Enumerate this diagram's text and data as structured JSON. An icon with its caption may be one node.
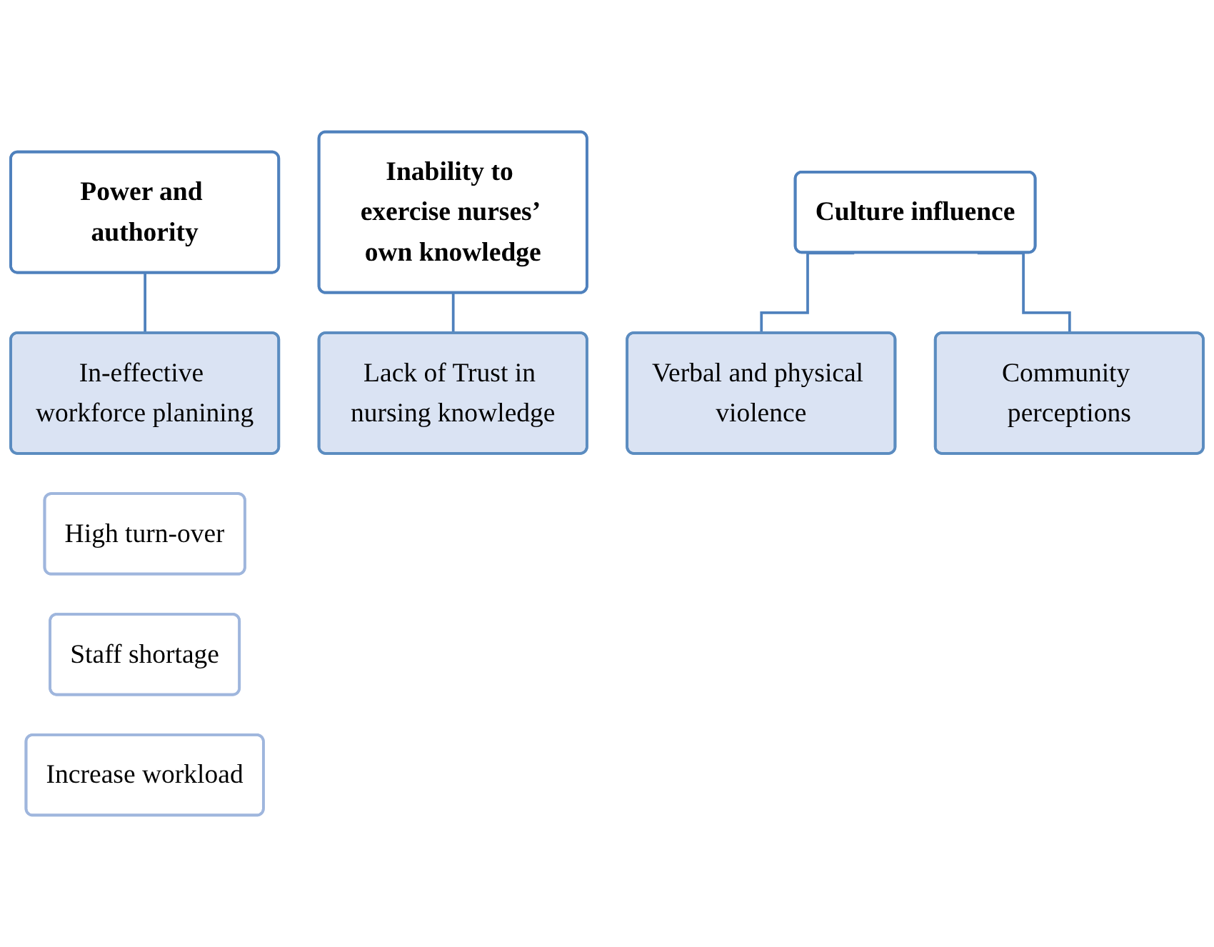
{
  "diagram": {
    "nodes": [
      {
        "text": [
          "Power and authority"
        ]
      },
      {
        "text": [
          "In-effective workforce planining"
        ]
      },
      {
        "text": [
          "High turn-over"
        ]
      },
      {
        "text": [
          "Staff shortage"
        ]
      },
      {
        "text": [
          "Increase workload"
        ]
      },
      {
        "text": [
          "Inability to exercise nurses’ own knowledge"
        ]
      },
      {
        "text": [
          "Lack of Trust in nursing knowledge"
        ]
      },
      {
        "text": [
          "Culture influence"
        ]
      },
      {
        "text": [
          "Verbal and physical violence"
        ]
      },
      {
        "text": [
          "Community perceptions"
        ]
      }
    ],
    "edges": [
      {
        "from": 0,
        "to": 1,
        "arrow": "none"
      },
      {
        "from": 5,
        "to": 6,
        "arrow": "none"
      },
      {
        "from": 7,
        "to": 8,
        "arrow": "none"
      },
      {
        "from": 7,
        "to": 9,
        "arrow": "none"
      }
    ]
  }
}
